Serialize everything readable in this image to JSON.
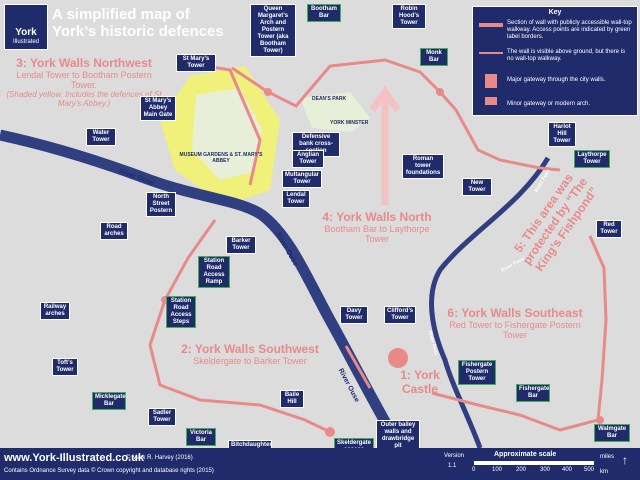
{
  "header": {
    "title_line1": "A simplified map of",
    "title_line2": "York’s historic defences"
  },
  "logo": {
    "line1": "York",
    "line2": "Illustrated"
  },
  "key": {
    "title": "Key",
    "items": [
      "Section of wall with publicly accessible wall-top walkway. Access points are indicated by green label borders.",
      "The wall is visible above ground, but there is no wall-top walkway.",
      "Major gateway through the city walls.",
      "Minor gateway or modern arch."
    ]
  },
  "sections": [
    {
      "title": "3: York Walls Northwest",
      "sub": "Lendal Tower to Bootham Postern Tower.",
      "note": "(Shaded yellow. Includes the defences of St Mary’s Abbey.)"
    },
    {
      "title": "4: York Walls North",
      "sub": "Bootham Bar to Laythorpe Tower"
    },
    {
      "title": "5: This area was protected by “The King’s Fishpond”",
      "sub": ""
    },
    {
      "title": "6: York Walls Southeast",
      "sub": "Red Tower to Fishergate Postern Tower"
    },
    {
      "title": "2: York Walls Southwest",
      "sub": "Skeldergate to Barker Tower"
    },
    {
      "title": "1: York Castle",
      "sub": ""
    }
  ],
  "labels": [
    {
      "text": "Bootham Bar",
      "green": true
    },
    {
      "text": "Queen Margaret’s Arch and Postern Tower (aka Bootham Tower)",
      "green": false
    },
    {
      "text": "Robin Hood’s Tower",
      "green": false
    },
    {
      "text": "St Mary’s Tower",
      "green": false
    },
    {
      "text": "St Mary’s Abbey Main Gate",
      "green": false
    },
    {
      "text": "Monk Bar",
      "green": true
    },
    {
      "text": "Water Tower",
      "green": false
    },
    {
      "text": "Defensive bank cross-section",
      "green": false
    },
    {
      "text": "Anglian Tower",
      "green": false
    },
    {
      "text": "Multangular Tower",
      "green": false
    },
    {
      "text": "Lendal Tower",
      "green": false
    },
    {
      "text": "Roman tower foundations",
      "green": false
    },
    {
      "text": "Harlot Hill Tower",
      "green": false
    },
    {
      "text": "Laythorpe Tower",
      "green": true
    },
    {
      "text": "New Tower",
      "green": false
    },
    {
      "text": "North Street Postern",
      "green": false
    },
    {
      "text": "Road arches",
      "green": false
    },
    {
      "text": "Barker Tower",
      "green": false
    },
    {
      "text": "Red Tower",
      "green": false
    },
    {
      "text": "Station Road Access Ramp",
      "green": true
    },
    {
      "text": "Railway arches",
      "green": false
    },
    {
      "text": "Station Road Access Steps",
      "green": true
    },
    {
      "text": "Davy Tower",
      "green": false
    },
    {
      "text": "Clifford’s Tower",
      "green": false
    },
    {
      "text": "Toft’s Tower",
      "green": false
    },
    {
      "text": "Micklegate Bar",
      "green": true
    },
    {
      "text": "Sadler Tower",
      "green": false
    },
    {
      "text": "Victoria Bar",
      "green": true
    },
    {
      "text": "Baile Hill",
      "green": false
    },
    {
      "text": "Fishergate Postern Tower",
      "green": true
    },
    {
      "text": "Fishergate Bar",
      "green": true
    },
    {
      "text": "Walmgate Bar",
      "green": true
    },
    {
      "text": "Outer bailey walls and drawbridge pit",
      "green": false
    },
    {
      "text": "Bitchdaughter Tower",
      "green": false
    },
    {
      "text": "Skeldergate access tower",
      "green": true
    }
  ],
  "places": {
    "deans_park": "DEAN’S PARK",
    "minster": "YORK MINSTER",
    "museum_gardens": "MUSEUM GARDENS & ST. MARY’S ABBEY"
  },
  "rivers": {
    "ouse": "River Ouse",
    "foss": "River Foss"
  },
  "footer": {
    "site": "www.York-Illustrated.co.uk",
    "author": "© Mark R. Harvey (2016)",
    "credit": "Contains Ordnance Survey data  © Crown copyright and database rights (2015)",
    "version_label": "Version",
    "version": "1.1",
    "scale_title": "Approximate scale",
    "scale_units": "miles",
    "scale_units2": "km",
    "scale_ticks": [
      "0",
      "100",
      "200",
      "300",
      "400",
      "500"
    ]
  },
  "colors": {
    "navy": "#1f2b6b",
    "wall": "#e88a8a",
    "river": "#2f3f80",
    "map_bg": "#dcdcdc",
    "highlight": "#f3f56a",
    "access_border": "#3cb44b"
  }
}
